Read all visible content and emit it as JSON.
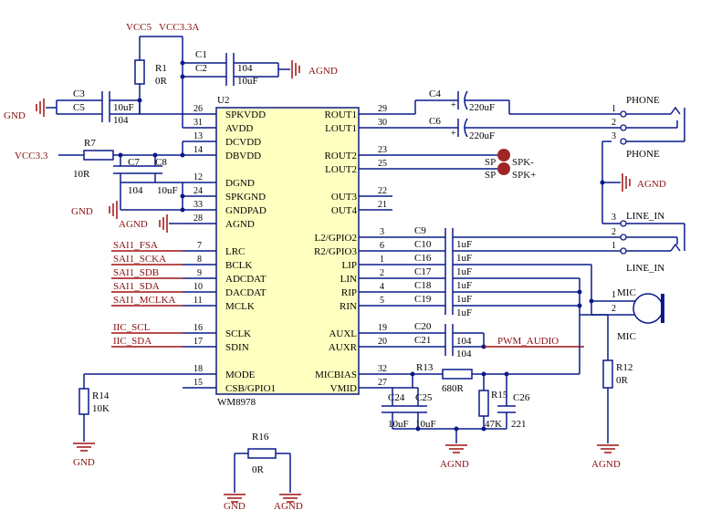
{
  "chip": {
    "designator": "U2",
    "part": "WM8978",
    "left_pins": [
      {
        "num": "26",
        "name": "SPKVDD"
      },
      {
        "num": "31",
        "name": "AVDD"
      },
      {
        "num": "13",
        "name": "DCVDD"
      },
      {
        "num": "14",
        "name": "DBVDD"
      },
      {
        "num": "12",
        "name": "DGND"
      },
      {
        "num": "24",
        "name": "SPKGND"
      },
      {
        "num": "33",
        "name": "GNDPAD"
      },
      {
        "num": "28",
        "name": "AGND"
      },
      {
        "num": "7",
        "name": "LRC"
      },
      {
        "num": "8",
        "name": "BCLK"
      },
      {
        "num": "9",
        "name": "ADCDAT"
      },
      {
        "num": "10",
        "name": "DACDAT"
      },
      {
        "num": "11",
        "name": "MCLK"
      },
      {
        "num": "16",
        "name": "SCLK"
      },
      {
        "num": "17",
        "name": "SDIN"
      },
      {
        "num": "18",
        "name": "MODE"
      },
      {
        "num": "15",
        "name": "CSB/GPIO1"
      }
    ],
    "right_pins": [
      {
        "num": "29",
        "name": "ROUT1"
      },
      {
        "num": "30",
        "name": "LOUT1"
      },
      {
        "num": "23",
        "name": "ROUT2"
      },
      {
        "num": "25",
        "name": "LOUT2"
      },
      {
        "num": "22",
        "name": "OUT3"
      },
      {
        "num": "21",
        "name": "OUT4"
      },
      {
        "num": "3",
        "name": "L2/GPIO2"
      },
      {
        "num": "6",
        "name": "R2/GPIO3"
      },
      {
        "num": "1",
        "name": "LIP"
      },
      {
        "num": "2",
        "name": "LIN"
      },
      {
        "num": "4",
        "name": "RIP"
      },
      {
        "num": "5",
        "name": "RIN"
      },
      {
        "num": "19",
        "name": "AUXL"
      },
      {
        "num": "20",
        "name": "AUXR"
      },
      {
        "num": "32",
        "name": "MICBIAS"
      },
      {
        "num": "27",
        "name": "VMID"
      }
    ]
  },
  "nets": {
    "vcc5": "VCC5",
    "vcc33a": "VCC3.3A",
    "vcc33": "VCC3.3",
    "gnd": "GND",
    "agnd": "AGND",
    "sai1_fsa": "SAI1_FSA",
    "sai1_scka": "SAI1_SCKA",
    "sai1_sdb": "SAI1_SDB",
    "sai1_sda": "SAI1_SDA",
    "sai1_mclka": "SAI1_MCLKA",
    "iic_scl": "IIC_SCL",
    "iic_sda": "IIC_SDA",
    "pwm_audio": "PWM_AUDIO"
  },
  "components": {
    "r1": {
      "ref": "R1",
      "value": "0R"
    },
    "r7": {
      "ref": "R7",
      "value": "10R"
    },
    "r12": {
      "ref": "R12",
      "value": "0R"
    },
    "r13": {
      "ref": "R13",
      "value": "680R"
    },
    "r14": {
      "ref": "R14",
      "value": "10K"
    },
    "r15": {
      "ref": "R15",
      "value": "47K"
    },
    "r16": {
      "ref": "R16",
      "value": "0R"
    },
    "c1": {
      "ref": "C1",
      "value": "104"
    },
    "c2": {
      "ref": "C2",
      "value": "10uF"
    },
    "c3": {
      "ref": "C3",
      "value": "10uF"
    },
    "c5": {
      "ref": "C5",
      "value": "104"
    },
    "c4": {
      "ref": "C4",
      "value": "220uF"
    },
    "c6": {
      "ref": "C6",
      "value": "220uF"
    },
    "c7": {
      "ref": "C7",
      "value": "104"
    },
    "c8": {
      "ref": "C8",
      "value": "10uF"
    },
    "c9": {
      "ref": "C9",
      "value": "1uF"
    },
    "c10": {
      "ref": "C10",
      "value": "1uF"
    },
    "c16": {
      "ref": "C16",
      "value": "1uF"
    },
    "c17": {
      "ref": "C17",
      "value": "1uF"
    },
    "c18": {
      "ref": "C18",
      "value": "1uF"
    },
    "c19": {
      "ref": "C19",
      "value": "1uF"
    },
    "c19b": {
      "value": "1uF"
    },
    "c20": {
      "ref": "C20",
      "value": "104"
    },
    "c21": {
      "ref": "C21",
      "value": "104"
    },
    "c24": {
      "ref": "C24",
      "value": "10uF"
    },
    "c25": {
      "ref": "C25",
      "value": "10uF"
    },
    "c26": {
      "ref": "C26",
      "value": "221"
    }
  },
  "connectors": {
    "phone": {
      "label_top": "PHONE",
      "label_bottom": "PHONE",
      "pins": [
        "1",
        "2",
        "3"
      ]
    },
    "line_in": {
      "label_top": "LINE_IN",
      "label_bottom": "LINE_IN",
      "pins": [
        "3",
        "2",
        "1"
      ]
    },
    "mic": {
      "label_top": "MIC",
      "label_bottom": "MIC",
      "pins": [
        "1",
        "2"
      ]
    },
    "speaker": {
      "minus": "SPK-",
      "plus": "SPK+",
      "sp1": "SP",
      "sp2": "SP"
    }
  },
  "colors": {
    "wire": "#0a1a8c",
    "net": "#8a0e0e",
    "ground": "#a11010"
  }
}
